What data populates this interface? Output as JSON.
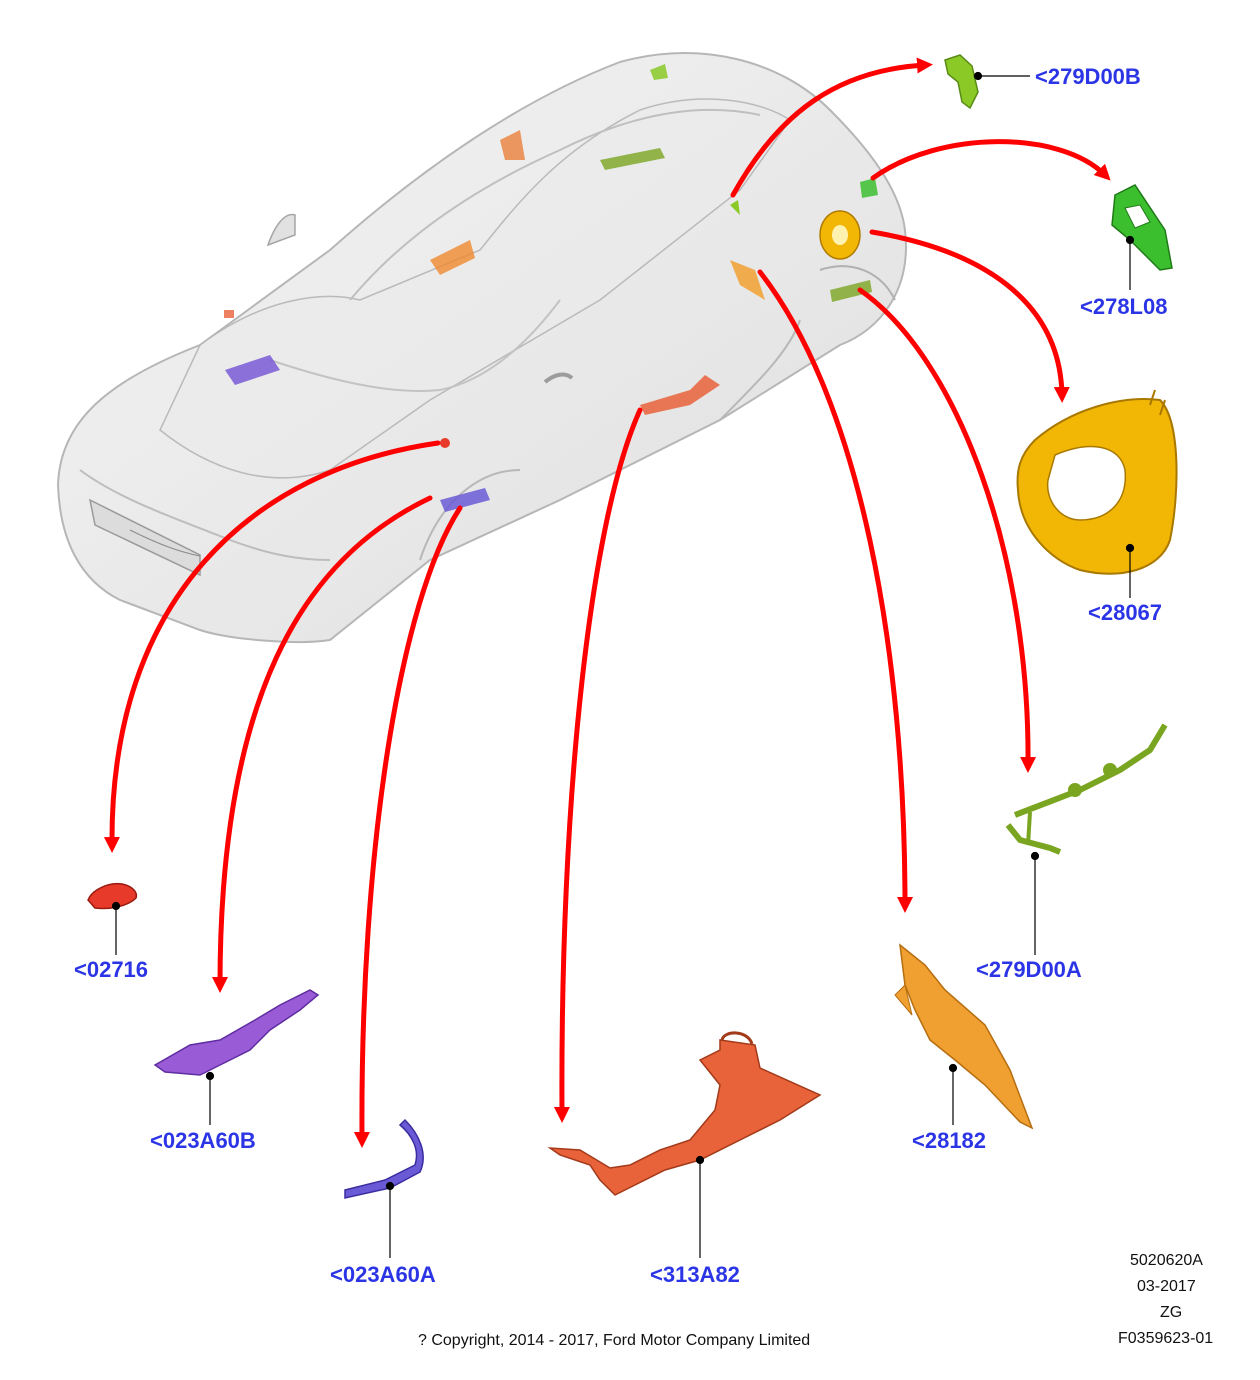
{
  "parts": [
    {
      "id": "279D00B",
      "label": "<279D00B",
      "color": "#8ac926"
    },
    {
      "id": "278L08",
      "label": "<278L08",
      "color": "#3bbf2f"
    },
    {
      "id": "28067",
      "label": "<28067",
      "color": "#f2b705"
    },
    {
      "id": "279D00A",
      "label": "<279D00A",
      "color": "#7aa521"
    },
    {
      "id": "28182",
      "label": "<28182",
      "color": "#f0a030"
    },
    {
      "id": "313A82",
      "label": "<313A82",
      "color": "#e8623a"
    },
    {
      "id": "023A60A",
      "label": "<023A60A",
      "color": "#6a5ad6"
    },
    {
      "id": "023A60B",
      "label": "<023A60B",
      "color": "#9a5cd6"
    },
    {
      "id": "02716",
      "label": "<02716",
      "color": "#e83a2a"
    }
  ],
  "meta": {
    "code": "5020620A",
    "date": "03-2017",
    "initials": "ZG",
    "figure_id": "F0359623-01"
  },
  "copyright": "? Copyright, 2014 - 2017, Ford Motor Company Limited",
  "colors": {
    "arrow": "#ff0000",
    "label": "#2b35e6"
  }
}
